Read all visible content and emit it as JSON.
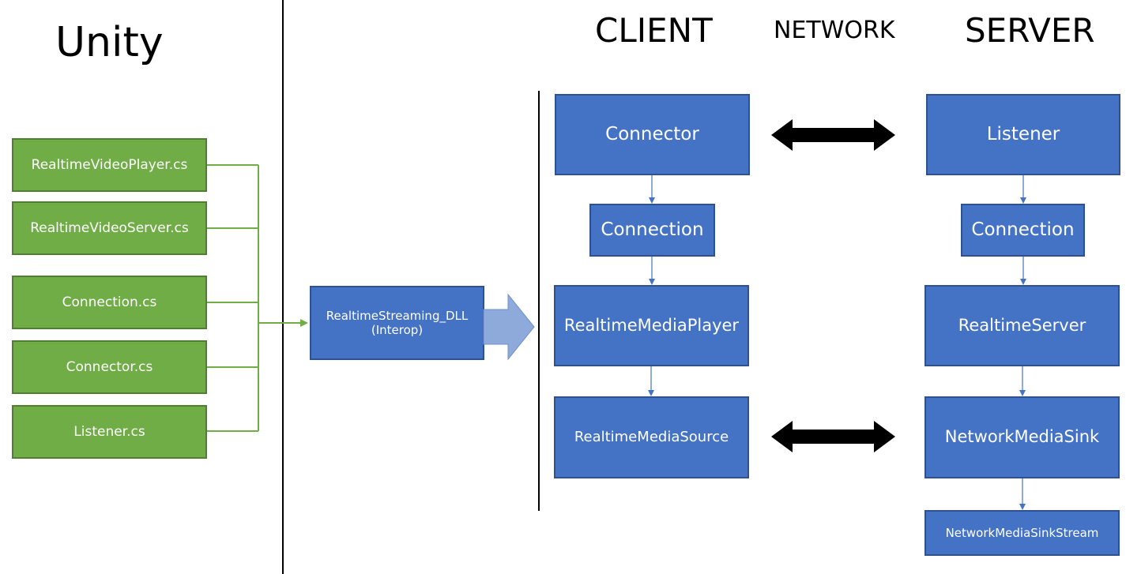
{
  "headings": {
    "unity": "Unity",
    "client": "CLIENT",
    "network": "NETWORK",
    "server": "SERVER"
  },
  "unity_scripts": [
    "RealtimeVideoPlayer.cs",
    "RealtimeVideoServer.cs",
    "Connection.cs",
    "Connector.cs",
    "Listener.cs"
  ],
  "interop": {
    "line1": "RealtimeStreaming_DLL",
    "line2": "(Interop)"
  },
  "client": {
    "connector": "Connector",
    "connection": "Connection",
    "media_player": "RealtimeMediaPlayer",
    "media_source": "RealtimeMediaSource"
  },
  "server": {
    "listener": "Listener",
    "connection": "Connection",
    "realtime_server": "RealtimeServer",
    "media_sink": "NetworkMediaSink",
    "media_sink_stream": "NetworkMediaSinkStream"
  },
  "colors": {
    "unity_box_fill": "#70ad47",
    "unity_box_border": "#507e32",
    "component_fill": "#4472c4",
    "component_border": "#2f528f",
    "big_arrow_fill": "#8eaadb"
  }
}
